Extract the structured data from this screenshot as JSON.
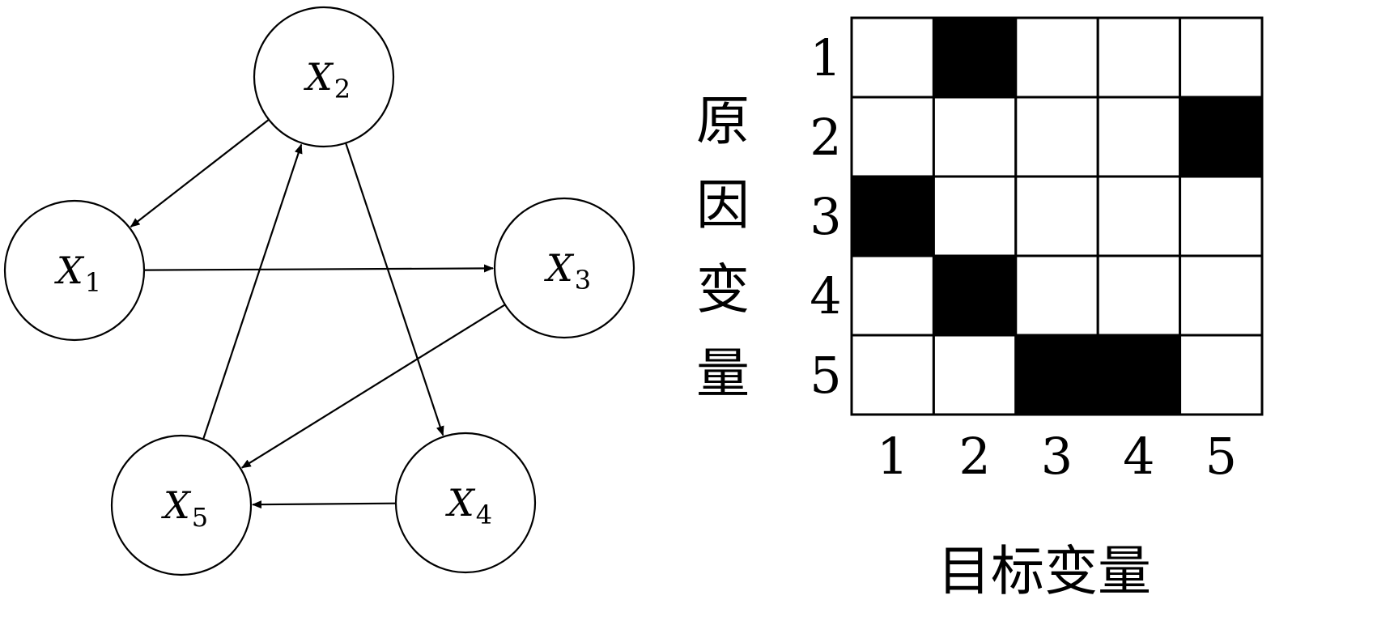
{
  "graph": {
    "nodes": [
      {
        "id": "X1",
        "label": "X",
        "sub": "1"
      },
      {
        "id": "X2",
        "label": "X",
        "sub": "2"
      },
      {
        "id": "X3",
        "label": "X",
        "sub": "3"
      },
      {
        "id": "X4",
        "label": "X",
        "sub": "4"
      },
      {
        "id": "X5",
        "label": "X",
        "sub": "5"
      }
    ],
    "edges": [
      {
        "from": "X2",
        "to": "X1"
      },
      {
        "from": "X1",
        "to": "X3"
      },
      {
        "from": "X2",
        "to": "X4"
      },
      {
        "from": "X3",
        "to": "X5"
      },
      {
        "from": "X5",
        "to": "X2"
      },
      {
        "from": "X4",
        "to": "X5"
      }
    ]
  },
  "matrix": {
    "row_labels": [
      "1",
      "2",
      "3",
      "4",
      "5"
    ],
    "col_labels": [
      "1",
      "2",
      "3",
      "4",
      "5"
    ],
    "cells": [
      [
        0,
        1,
        0,
        0,
        0
      ],
      [
        0,
        0,
        0,
        0,
        1
      ],
      [
        1,
        0,
        0,
        0,
        0
      ],
      [
        0,
        1,
        0,
        0,
        0
      ],
      [
        0,
        0,
        1,
        1,
        0
      ]
    ],
    "row_axis_title": "原因变量",
    "col_axis_title": "目标变量",
    "filled_color": "#000000",
    "empty_color": "#ffffff"
  }
}
